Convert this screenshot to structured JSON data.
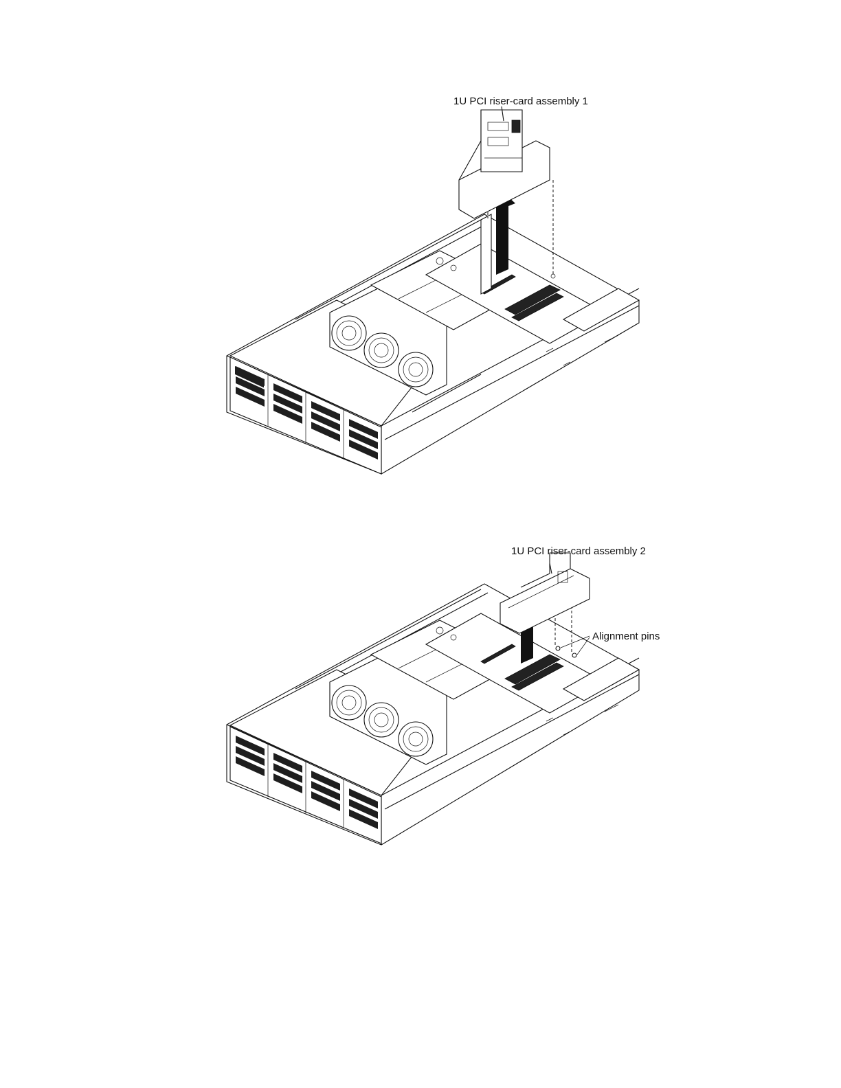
{
  "figures": [
    {
      "id": "fig1",
      "callouts": {
        "riser_assembly": "1U PCI riser-card assembly 1"
      }
    },
    {
      "id": "fig2",
      "callouts": {
        "riser_assembly": "1U PCI riser-card assembly 2",
        "alignment_pins": "Alignment pins"
      }
    }
  ]
}
